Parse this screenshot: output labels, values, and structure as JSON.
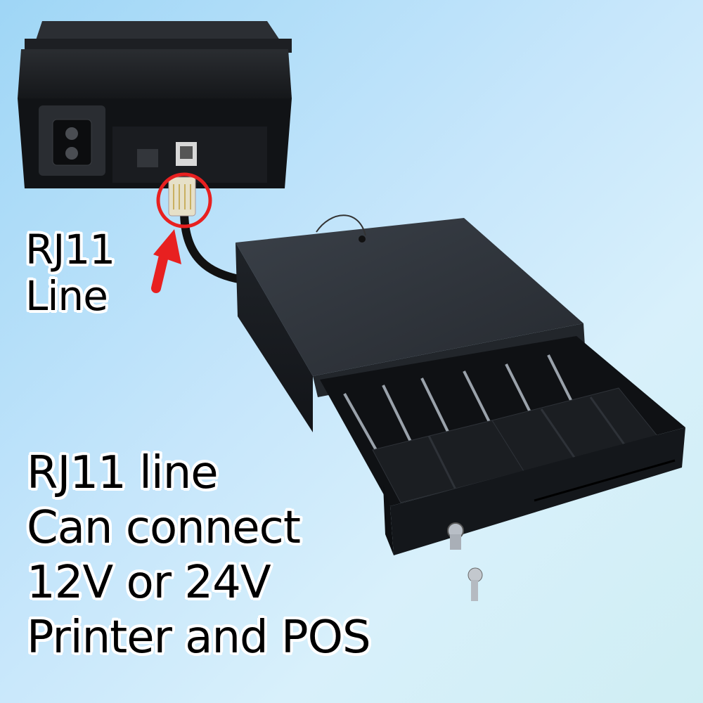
{
  "callout": {
    "line1": "RJ11",
    "line2": "Line"
  },
  "caption": {
    "line1": "RJ11 line",
    "line2": "Can connect",
    "line3": "12V or 24V",
    "line4": "Printer and POS"
  },
  "colors": {
    "highlight_circle": "#e82020",
    "arrow": "#e82020",
    "device_black": "#1c1f24"
  },
  "icons": [
    "arrow-up-icon",
    "highlight-circle"
  ]
}
